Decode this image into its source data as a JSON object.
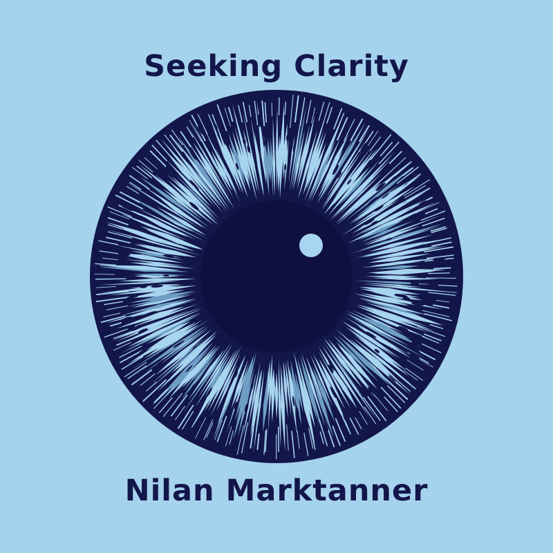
{
  "cover": {
    "title": "Seeking Clarity",
    "author": "Nilan Marktanner"
  },
  "artwork": {
    "subject": "iris-illustration",
    "colors": {
      "background": "#a5d2ec",
      "ink": "#13164a",
      "fiber": "#a7d4ee",
      "fiber_dark": "#6f9ec4",
      "highlight": "#a8d5ef"
    }
  }
}
